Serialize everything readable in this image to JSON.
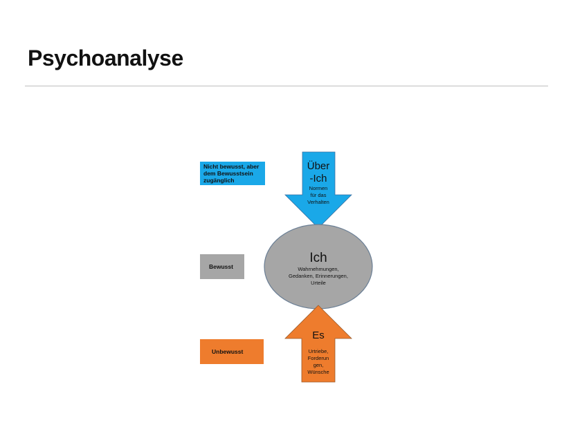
{
  "slide": {
    "title": "Psychoanalyse"
  },
  "legend": {
    "preconscious": "Nicht bewusst, aber dem Bewusstsein zugänglich",
    "conscious": "Bewusst",
    "unconscious": "Unbewusst"
  },
  "ueber_ich": {
    "title_line1": "Über",
    "title_line2": "-Ich",
    "desc_line1": "Normen",
    "desc_line2": "für das",
    "desc_line3": "Verhalten"
  },
  "ich": {
    "title": "Ich",
    "desc_line1": "Wahrnehmungen,",
    "desc_line2": "Gedanken, Erinnerungen,",
    "desc_line3": "Urteile"
  },
  "es": {
    "title": "Es",
    "desc_line1": "Urtriebe,",
    "desc_line2": "Forderun",
    "desc_line3": "gen,",
    "desc_line4": "Wünsche"
  },
  "colors": {
    "blue": "#1aa8e8",
    "gray": "#a6a6a6",
    "orange": "#ee7c2d",
    "ellipse_outline": "#6b7f95"
  }
}
